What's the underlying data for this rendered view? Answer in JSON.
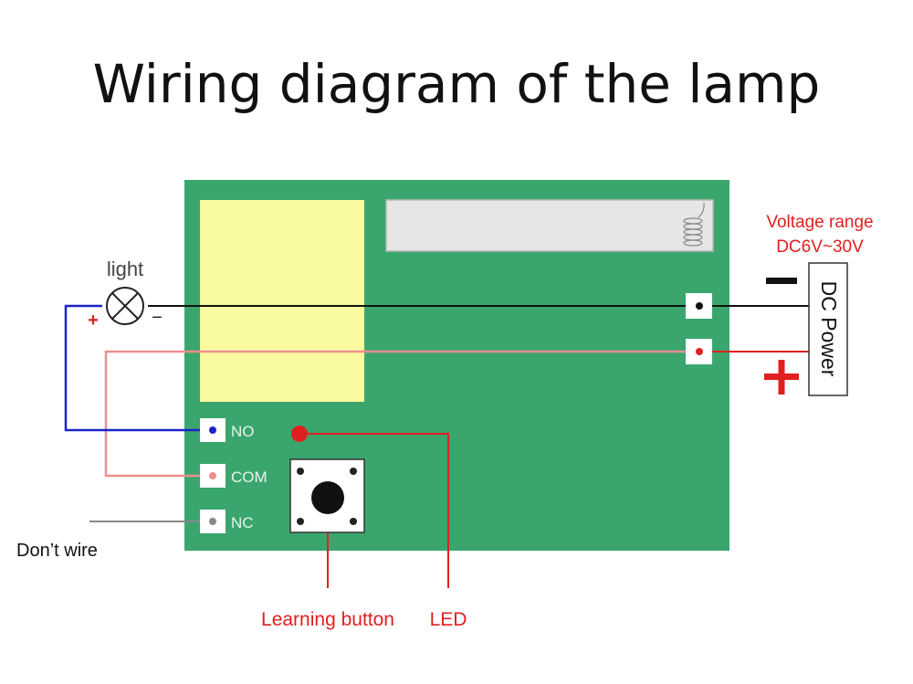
{
  "title": "Wiring diagram of the lamp",
  "labels": {
    "light": "light",
    "lamp_plus": "+",
    "lamp_minus": "−",
    "voltage_line1": "Voltage range",
    "voltage_line2": "DC6V~30V",
    "power_minus": "−",
    "power_plus": "+",
    "dc_power": "DC Power",
    "no": "NO",
    "com": "COM",
    "nc": "NC",
    "dont_wire": "Don’t wire",
    "learning_button": "Learning button",
    "led": "LED"
  },
  "colors": {
    "board": "#3aa66e",
    "relay": "#fafaa0",
    "antenna_panel": "#e6e6e6",
    "wire_black": "#111111",
    "wire_red": "#e02020",
    "wire_pink": "#ec8f8f",
    "wire_blue": "#1a22c8",
    "wire_grey": "#888888",
    "label_red": "#e02020"
  }
}
